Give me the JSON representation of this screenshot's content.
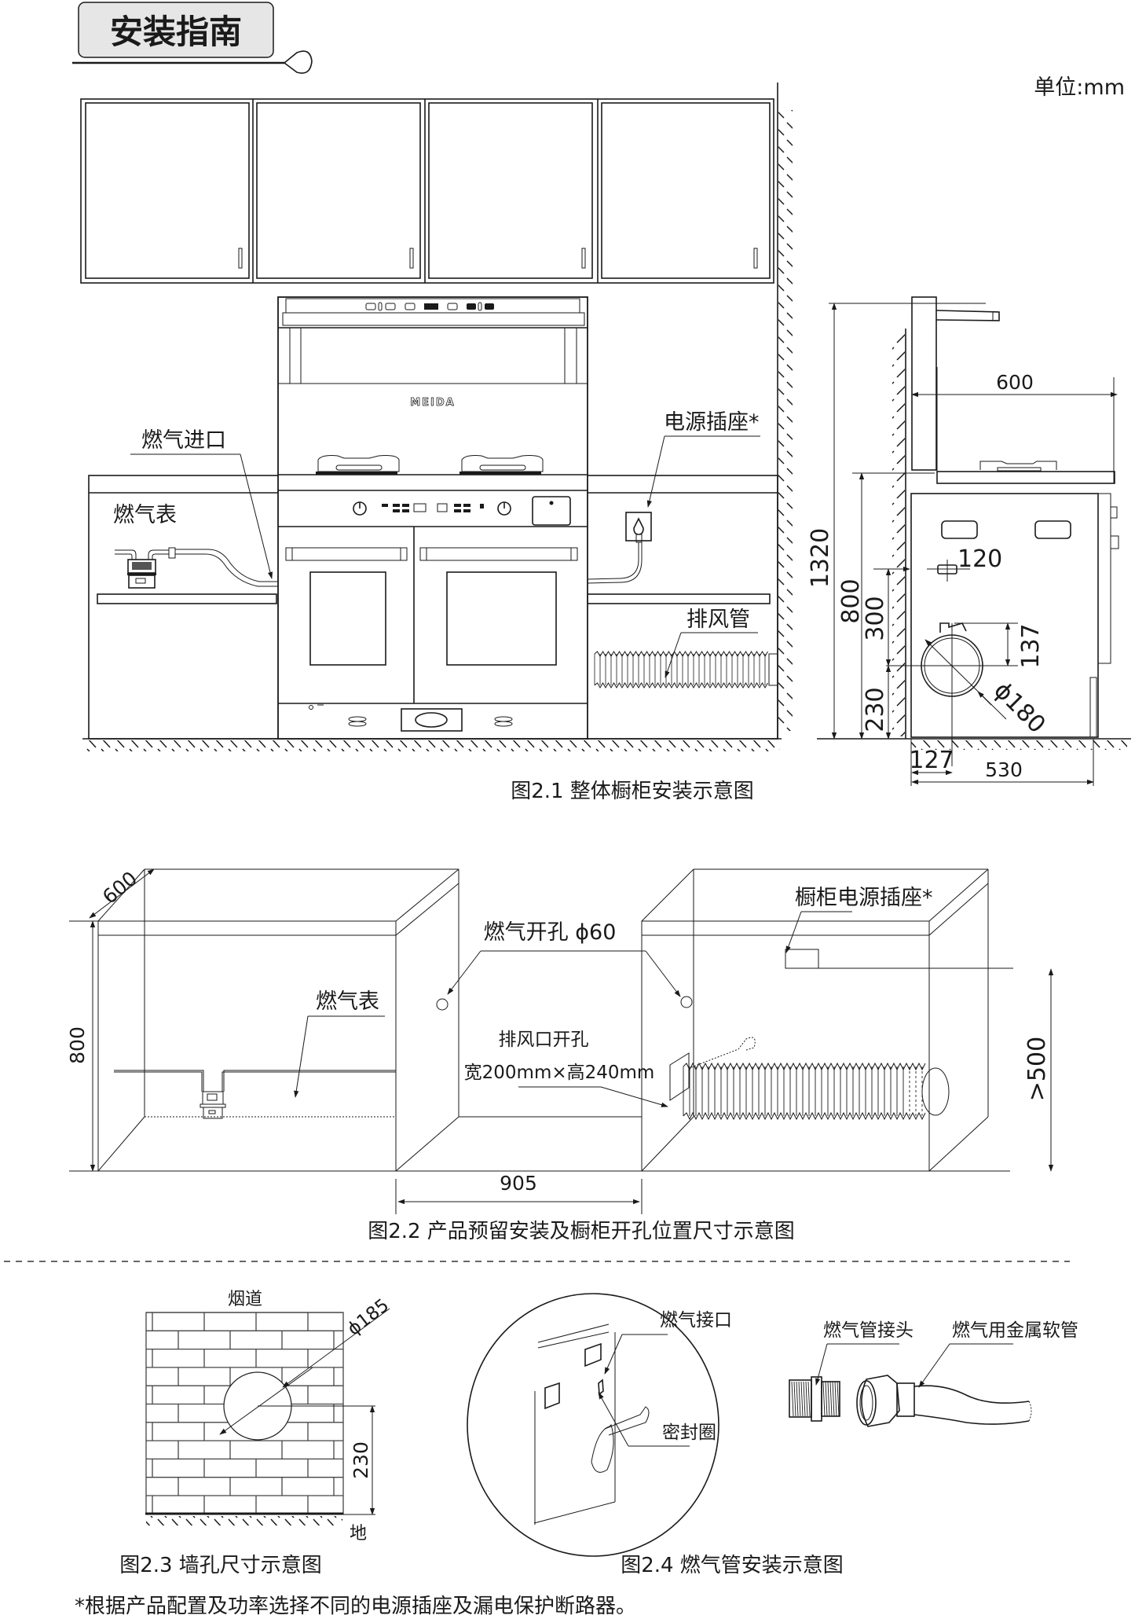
{
  "header": {
    "title": "安装指南",
    "unit": "单位:mm"
  },
  "figure_2_1": {
    "caption": "图2.1  整体橱柜安装示意图",
    "brand_logo": "MEIDA",
    "labels": {
      "gas_inlet": "燃气进口",
      "gas_meter": "燃气表",
      "power_socket": "电源插座*",
      "exhaust_pipe": "排风管"
    },
    "side_view_dimensions": {
      "total_height": "1320",
      "counter_height": "800",
      "depth_top": "600",
      "gas_inlet_height": "300",
      "gas_inlet_offset": "120",
      "exhaust_offset_vertical": "137",
      "exhaust_diameter": "ϕ180",
      "exhaust_center_height": "230",
      "exhaust_center_from_wall": "127",
      "cabinet_depth": "530"
    }
  },
  "figure_2_2": {
    "caption": "图2.2 产品预留安装及橱柜开孔位置尺寸示意图",
    "labels": {
      "gas_hole": "燃气开孔 ϕ60",
      "gas_meter": "燃气表",
      "exhaust_hole_title": "排风口开孔",
      "exhaust_hole_size": "宽200mm×高240mm",
      "cabinet_socket": "橱柜电源插座*"
    },
    "dimensions": {
      "depth": "600",
      "height": "800",
      "opening_width": "905",
      "socket_height": ">500"
    }
  },
  "figure_2_3": {
    "caption": "图2.3 墙孔尺寸示意图",
    "labels": {
      "flue": "烟道",
      "ground": "地"
    },
    "dimensions": {
      "hole_diameter": "ϕ185",
      "hole_center_height": "230"
    }
  },
  "figure_2_4": {
    "caption": "图2.4 燃气管安装示意图",
    "labels": {
      "gas_port": "燃气接口",
      "seal_ring": "密封圈",
      "pipe_connector": "燃气管接头",
      "metal_hose": "燃气用金属软管"
    }
  },
  "footnote": "*根据产品配置及功率选择不同的电源插座及漏电保护断路器。"
}
